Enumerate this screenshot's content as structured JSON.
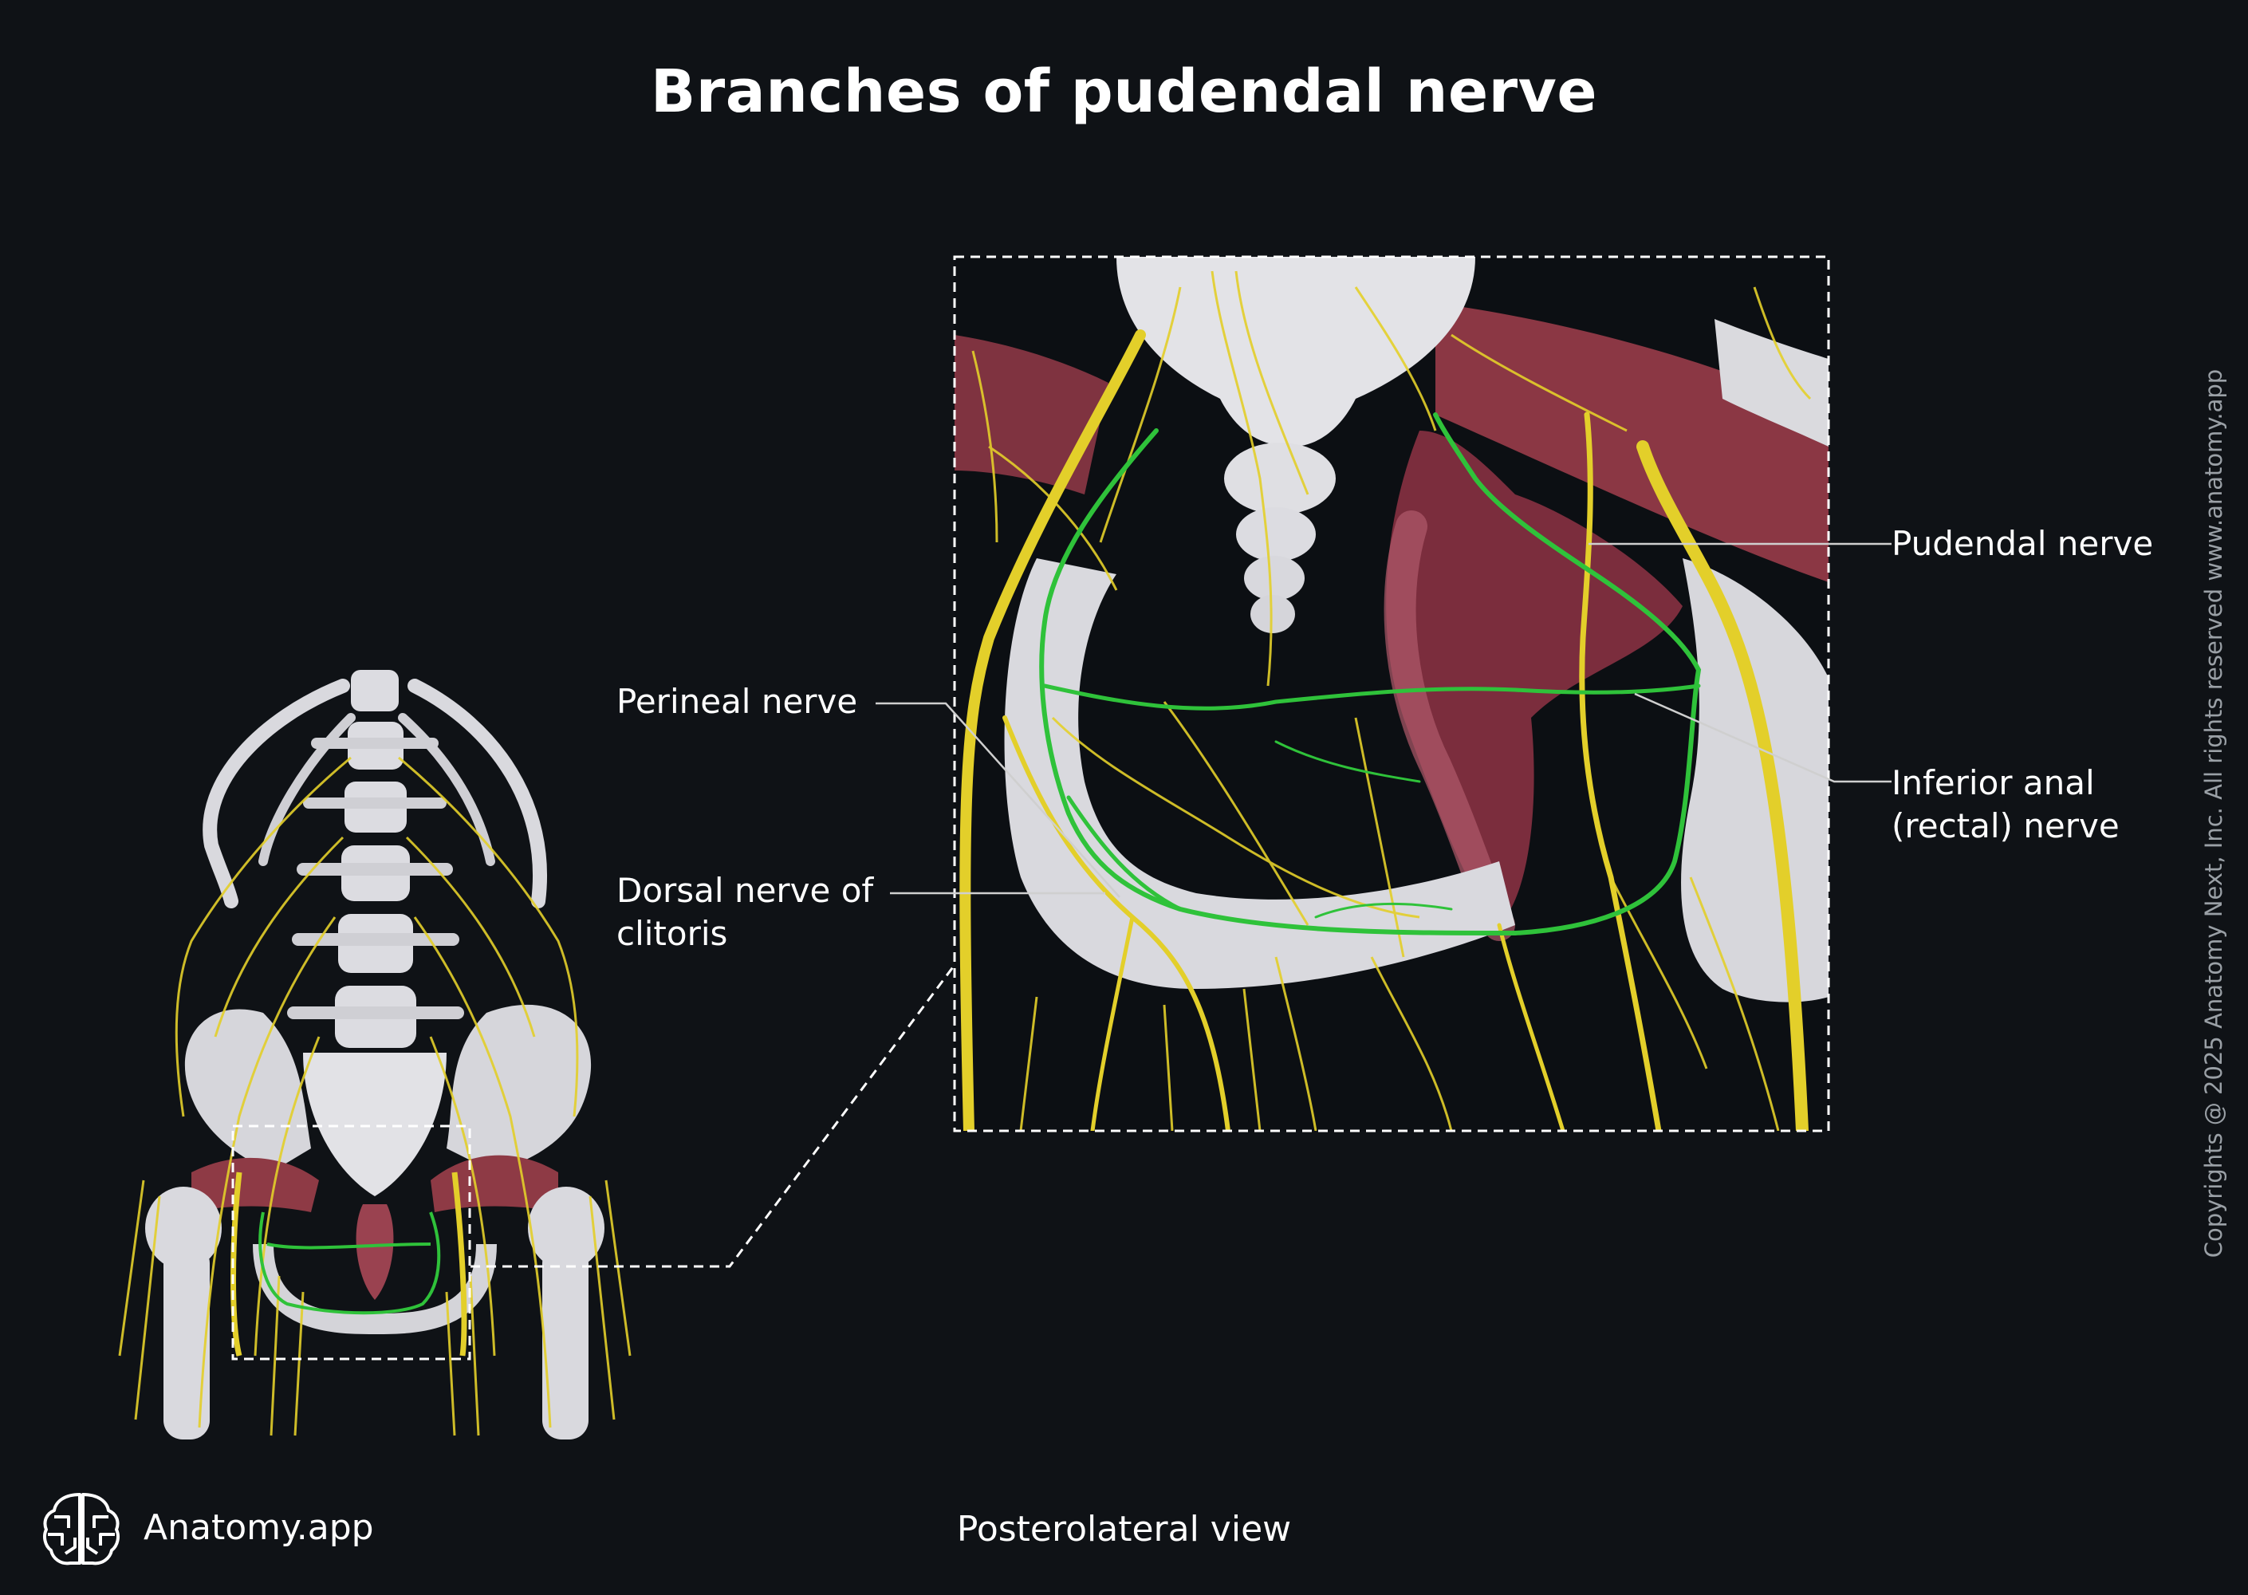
{
  "title": "Branches of pudendal nerve",
  "labels": {
    "pudendal_nerve": "Pudendal nerve",
    "perineal_nerve": "Perineal nerve",
    "dorsal_nerve_line1": "Dorsal nerve of",
    "dorsal_nerve_line2": "clitoris",
    "inferior_anal_line1": "Inferior anal",
    "inferior_anal_line2": "(rectal) nerve"
  },
  "view_caption": "Posterolateral view",
  "brand": {
    "name": "Anatomy.app",
    "icon": "brain-logo-icon"
  },
  "copyright": "Copyrights @ 2025 Anatomy Next, Inc. All rights reserved www.anatomy.app",
  "colors": {
    "background": "#0f1216",
    "bone": "#d9d9de",
    "nerve": "#e3cf2a",
    "pudendal_branches": "#2fc23a",
    "muscle": "#8e3a45",
    "leader_line": "#cfcfcf"
  }
}
